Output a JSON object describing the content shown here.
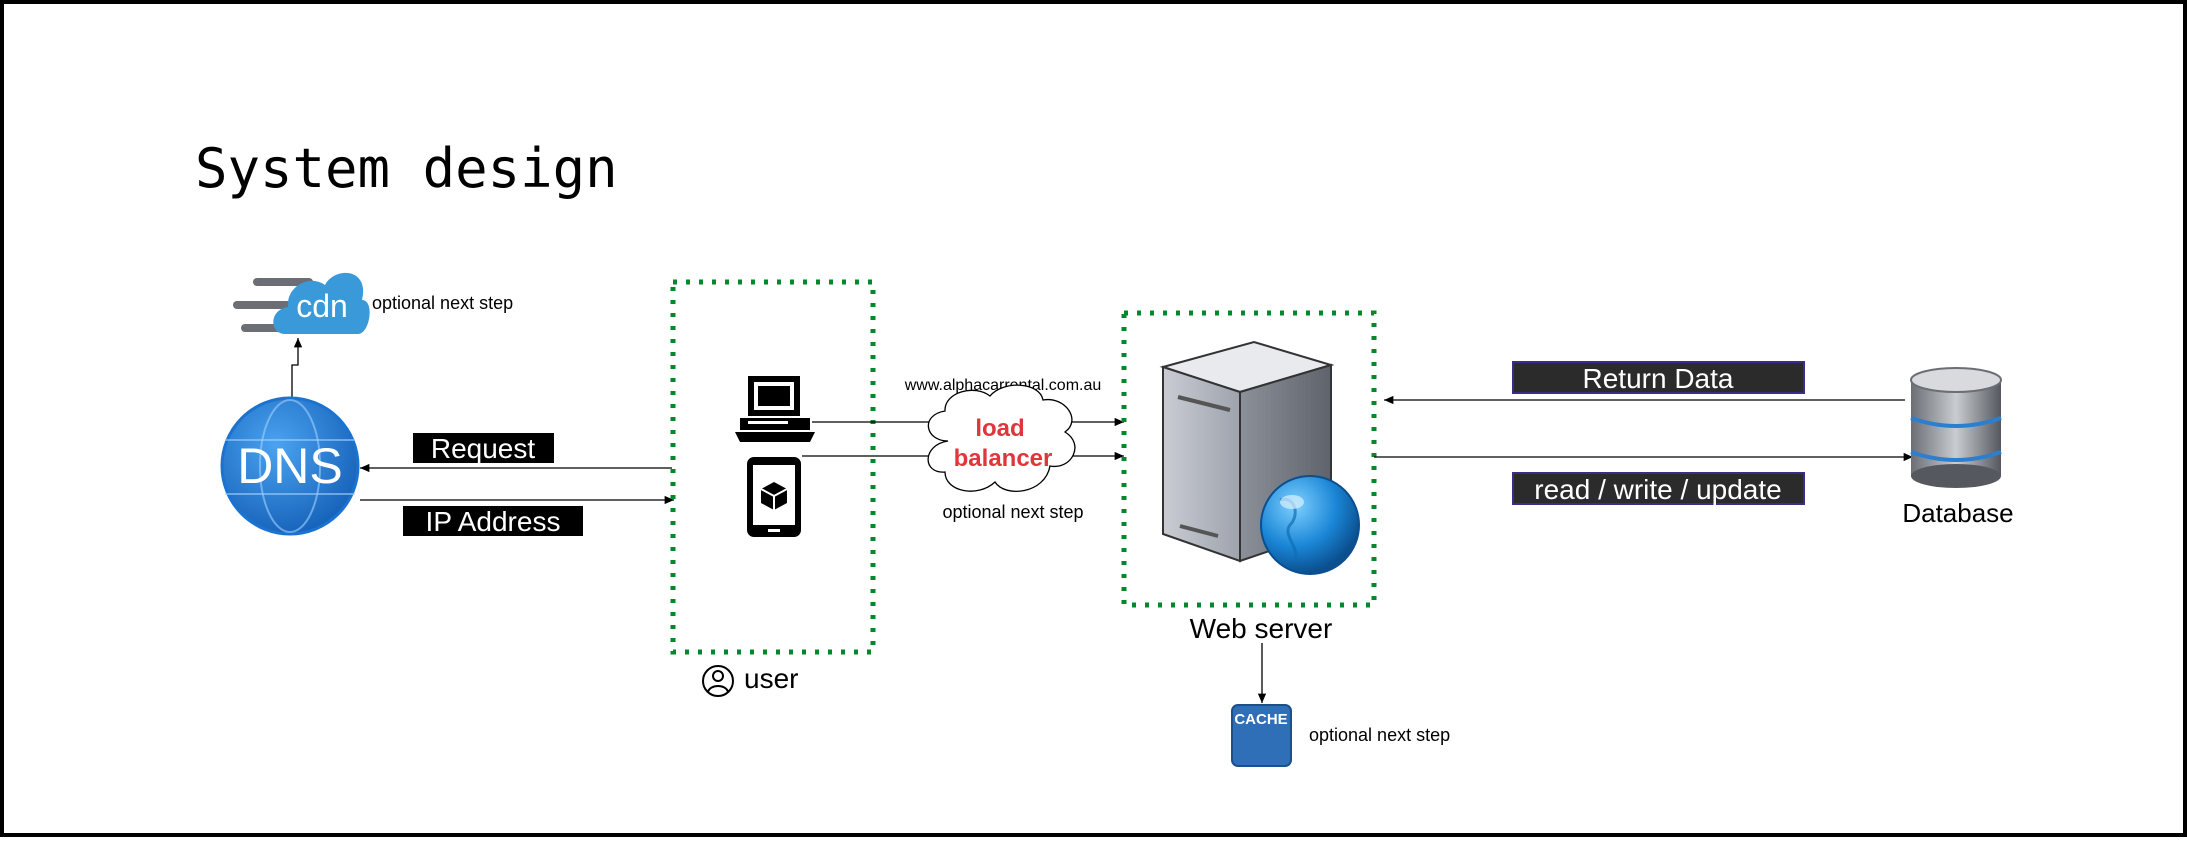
{
  "title": "System design",
  "cdn": {
    "label": "cdn",
    "note": "optional next step"
  },
  "dns": {
    "label": "DNS"
  },
  "flows": {
    "request": "Request",
    "ip_address": "IP Address",
    "return_data": "Return Data",
    "read_write_update": "read / write / update"
  },
  "user": {
    "label": "user"
  },
  "load_balancer": {
    "url": "www.alphacarrental.com.au",
    "line1": "load",
    "line2": "balancer",
    "note": "optional next step"
  },
  "web_server": {
    "label": "Web server"
  },
  "cache": {
    "label": "CACHE",
    "note": "optional next step"
  },
  "database": {
    "label": "Database"
  },
  "colors": {
    "group_border": "#00882b",
    "load_balancer_text": "#e0353b",
    "dns_blue": "#1a73d1",
    "cache_blue": "#2e6fb8",
    "cdn_blue": "#3a9ad9",
    "label_bg": "#000000"
  }
}
